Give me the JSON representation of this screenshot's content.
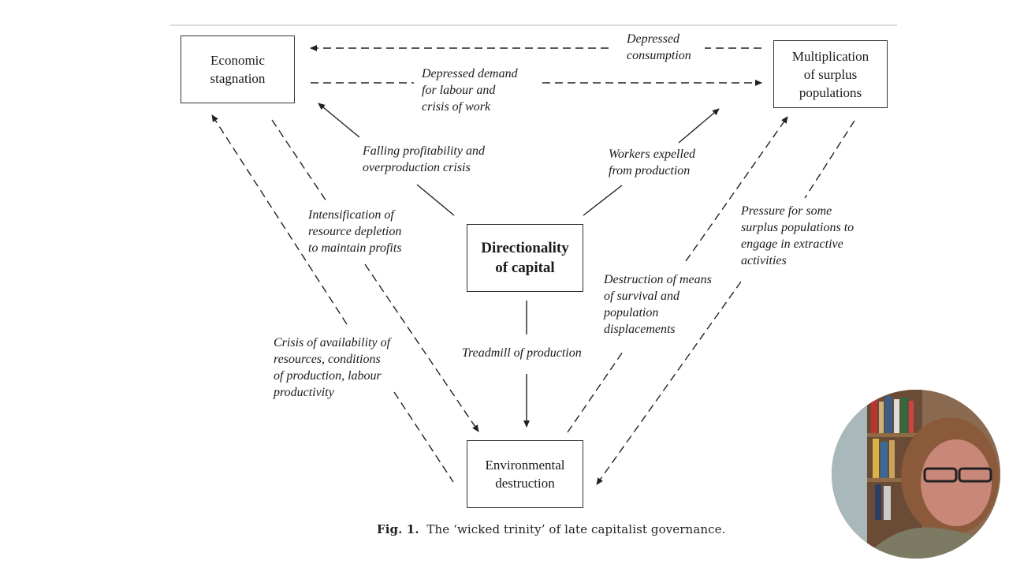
{
  "figure": {
    "nodes": {
      "economic_stagnation": "Economic\nstagnation",
      "surplus_populations": "Multiplication\nof surplus\npopulations",
      "directionality": "Directionality\nof capital",
      "environmental": "Environmental\ndestruction"
    },
    "edge_labels": {
      "depressed_consumption": "Depressed\nconsumption",
      "depressed_demand": "Depressed demand\nfor labour and\ncrisis of work",
      "falling_profitability": "Falling profitability and\noverproduction crisis",
      "workers_expelled": "Workers expelled\nfrom production",
      "intensification": "Intensification of\nresource depletion\nto maintain profits",
      "pressure": "Pressure for some\nsurplus populations to\nengage in extractive\nactivities",
      "destruction_means": "Destruction of means\nof survival and\npopulation\ndisplacements",
      "crisis_availability": "Crisis of availability of\nresources, conditions\nof production, labour\nproductivity",
      "treadmill": "Treadmill of production"
    },
    "caption_prefix": "Fig. 1.",
    "caption_text": "The ‘wicked trinity’ of late capitalist governance."
  },
  "webcam": {
    "label": "presenter-webcam"
  }
}
